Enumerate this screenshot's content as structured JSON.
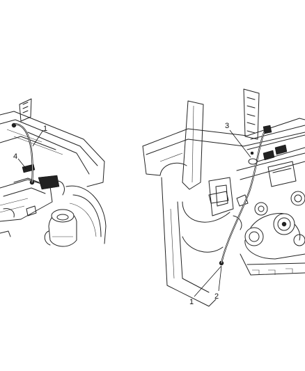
{
  "callouts": {
    "left_1": "1",
    "left_4": "4",
    "right_3": "3",
    "right_1": "1",
    "right_2": "2"
  }
}
